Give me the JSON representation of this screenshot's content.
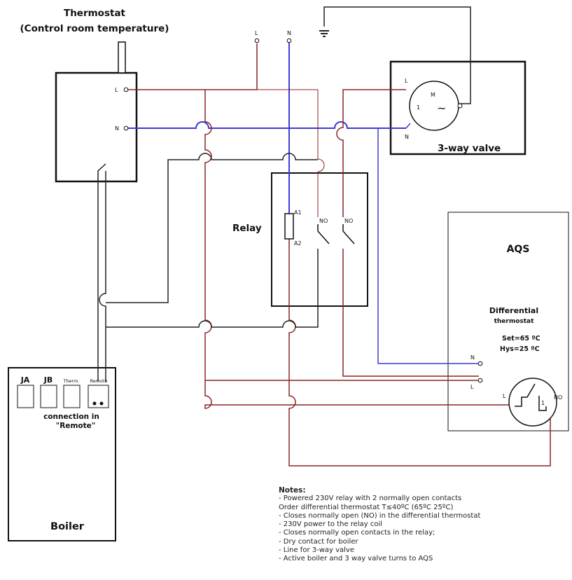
{
  "thermostat": {
    "title": "Thermostat",
    "subtitle": "(Control room temperature)",
    "terminal_l": "L",
    "terminal_n": "N"
  },
  "supply": {
    "line_label": "L",
    "neutral_label": "N"
  },
  "valve": {
    "title": "3-way valve",
    "terminal_l": "L",
    "terminal_n": "N",
    "motor_m": "M",
    "motor_1": "1",
    "motor_symbol": "~"
  },
  "relay": {
    "title": "Relay",
    "coil_a1": "A1",
    "coil_a2": "A2",
    "contact_1": "NO",
    "contact_2": "NO"
  },
  "aqs": {
    "title": "AQS",
    "diff_title_1": "Differential",
    "diff_title_2": "thermostat",
    "set": "Set=65 ºC",
    "hys": "Hys=25 ºC",
    "terminal_n": "N",
    "terminal_l": "L",
    "switch_l": "L",
    "switch_1": "1",
    "switch_no": "NO"
  },
  "boiler": {
    "title": "Boiler",
    "ja": "JA",
    "jb": "JB",
    "therm": "Therm.",
    "remote": "Remote",
    "connection_1": "connection in",
    "connection_2": "\"Remote\""
  },
  "notes": {
    "title": "Notes:",
    "lines": [
      "- Powered 230V relay with 2 normally open contacts",
      "  Order differential thermostat T≤40ºC (65ºC 25ºC)",
      "- Closes normally open (NO) in the differential thermostat",
      "- 230V power to the relay coil",
      "- Closes normally open contacts in the relay;",
      "- Dry contact for boiler",
      "- Line for 3-way valve",
      "- Active boiler and 3 way valve turns to AQS"
    ]
  },
  "colors": {
    "line": "#8b2323",
    "neutral": "#3b3bd6",
    "earth": "#222222",
    "signal": "#222222",
    "box": "#111111"
  }
}
